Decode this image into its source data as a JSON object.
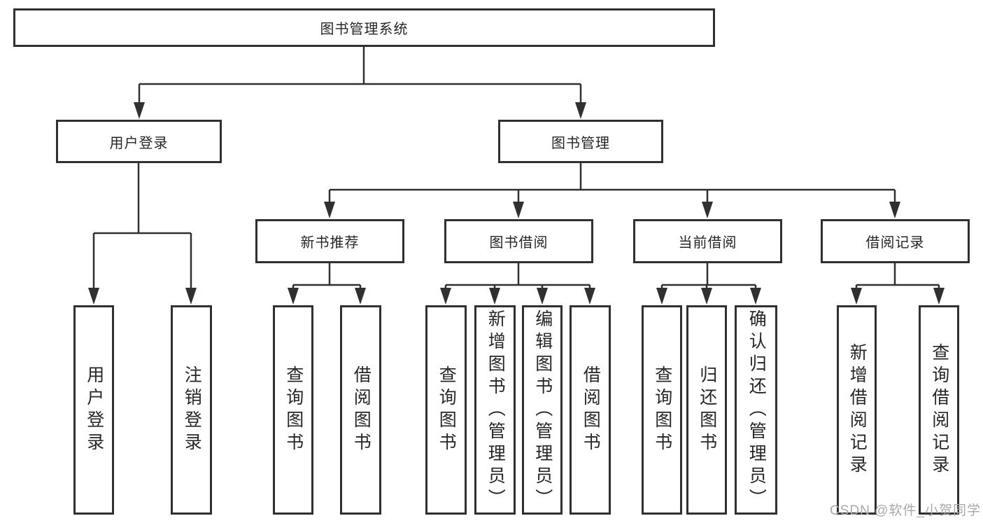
{
  "colors": {
    "line": "#303030",
    "node_border": "#303030",
    "node_text": "#262626",
    "background": "#ffffff",
    "watermark": "#a9a9a9"
  },
  "watermark": "CSDN @软件_小贺同学",
  "tree": {
    "label": "图书管理系统",
    "children": [
      {
        "label": "用户登录",
        "children": [
          {
            "label": "用户登录"
          },
          {
            "label": "注销登录"
          }
        ]
      },
      {
        "label": "图书管理",
        "children": [
          {
            "label": "新书推荐",
            "children": [
              {
                "label": "查询图书"
              },
              {
                "label": "借阅图书"
              }
            ]
          },
          {
            "label": "图书借阅",
            "children": [
              {
                "label": "查询图书"
              },
              {
                "label": "新增图书（管理员）"
              },
              {
                "label": "编辑图书（管理员）"
              },
              {
                "label": "借阅图书"
              }
            ]
          },
          {
            "label": "当前借阅",
            "children": [
              {
                "label": "查询图书"
              },
              {
                "label": "归还图书"
              },
              {
                "label": "确认归还（管理员）"
              }
            ]
          },
          {
            "label": "借阅记录",
            "children": [
              {
                "label": "新增借阅记录"
              },
              {
                "label": "查询借阅记录"
              }
            ]
          }
        ]
      }
    ]
  }
}
